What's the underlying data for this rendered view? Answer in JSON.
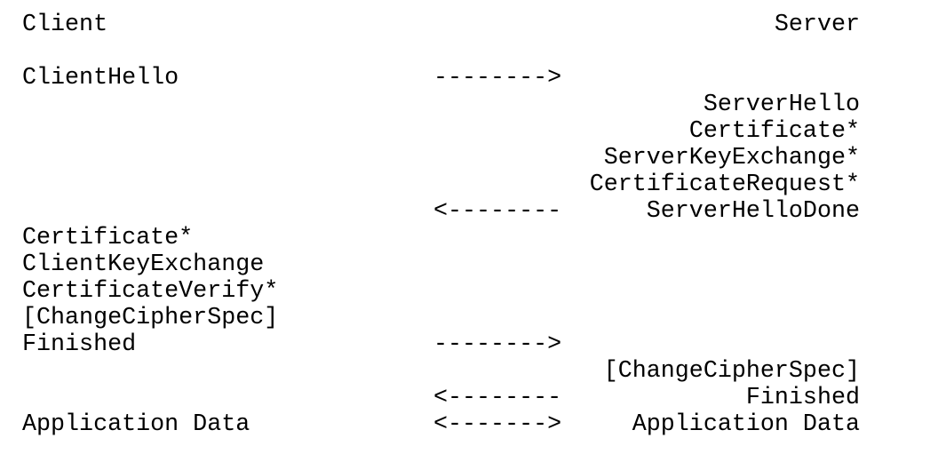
{
  "header": {
    "client_label": "Client",
    "server_label": "Server"
  },
  "rows": [
    {
      "left": "ClientHello",
      "arrow": "-------->",
      "right": ""
    },
    {
      "left": "",
      "arrow": "",
      "right": "ServerHello"
    },
    {
      "left": "",
      "arrow": "",
      "right": "Certificate*"
    },
    {
      "left": "",
      "arrow": "",
      "right": "ServerKeyExchange*"
    },
    {
      "left": "",
      "arrow": "",
      "right": "CertificateRequest*"
    },
    {
      "left": "",
      "arrow": "<--------",
      "right": "ServerHelloDone"
    },
    {
      "left": "Certificate*",
      "arrow": "",
      "right": ""
    },
    {
      "left": "ClientKeyExchange",
      "arrow": "",
      "right": ""
    },
    {
      "left": "CertificateVerify*",
      "arrow": "",
      "right": ""
    },
    {
      "left": "[ChangeCipherSpec]",
      "arrow": "",
      "right": ""
    },
    {
      "left": "Finished",
      "arrow": "-------->",
      "right": ""
    },
    {
      "left": "",
      "arrow": "",
      "right": "[ChangeCipherSpec]"
    },
    {
      "left": "",
      "arrow": "<--------",
      "right": "Finished"
    },
    {
      "left": "Application Data",
      "arrow": "<------->",
      "right": "Application Data"
    }
  ]
}
